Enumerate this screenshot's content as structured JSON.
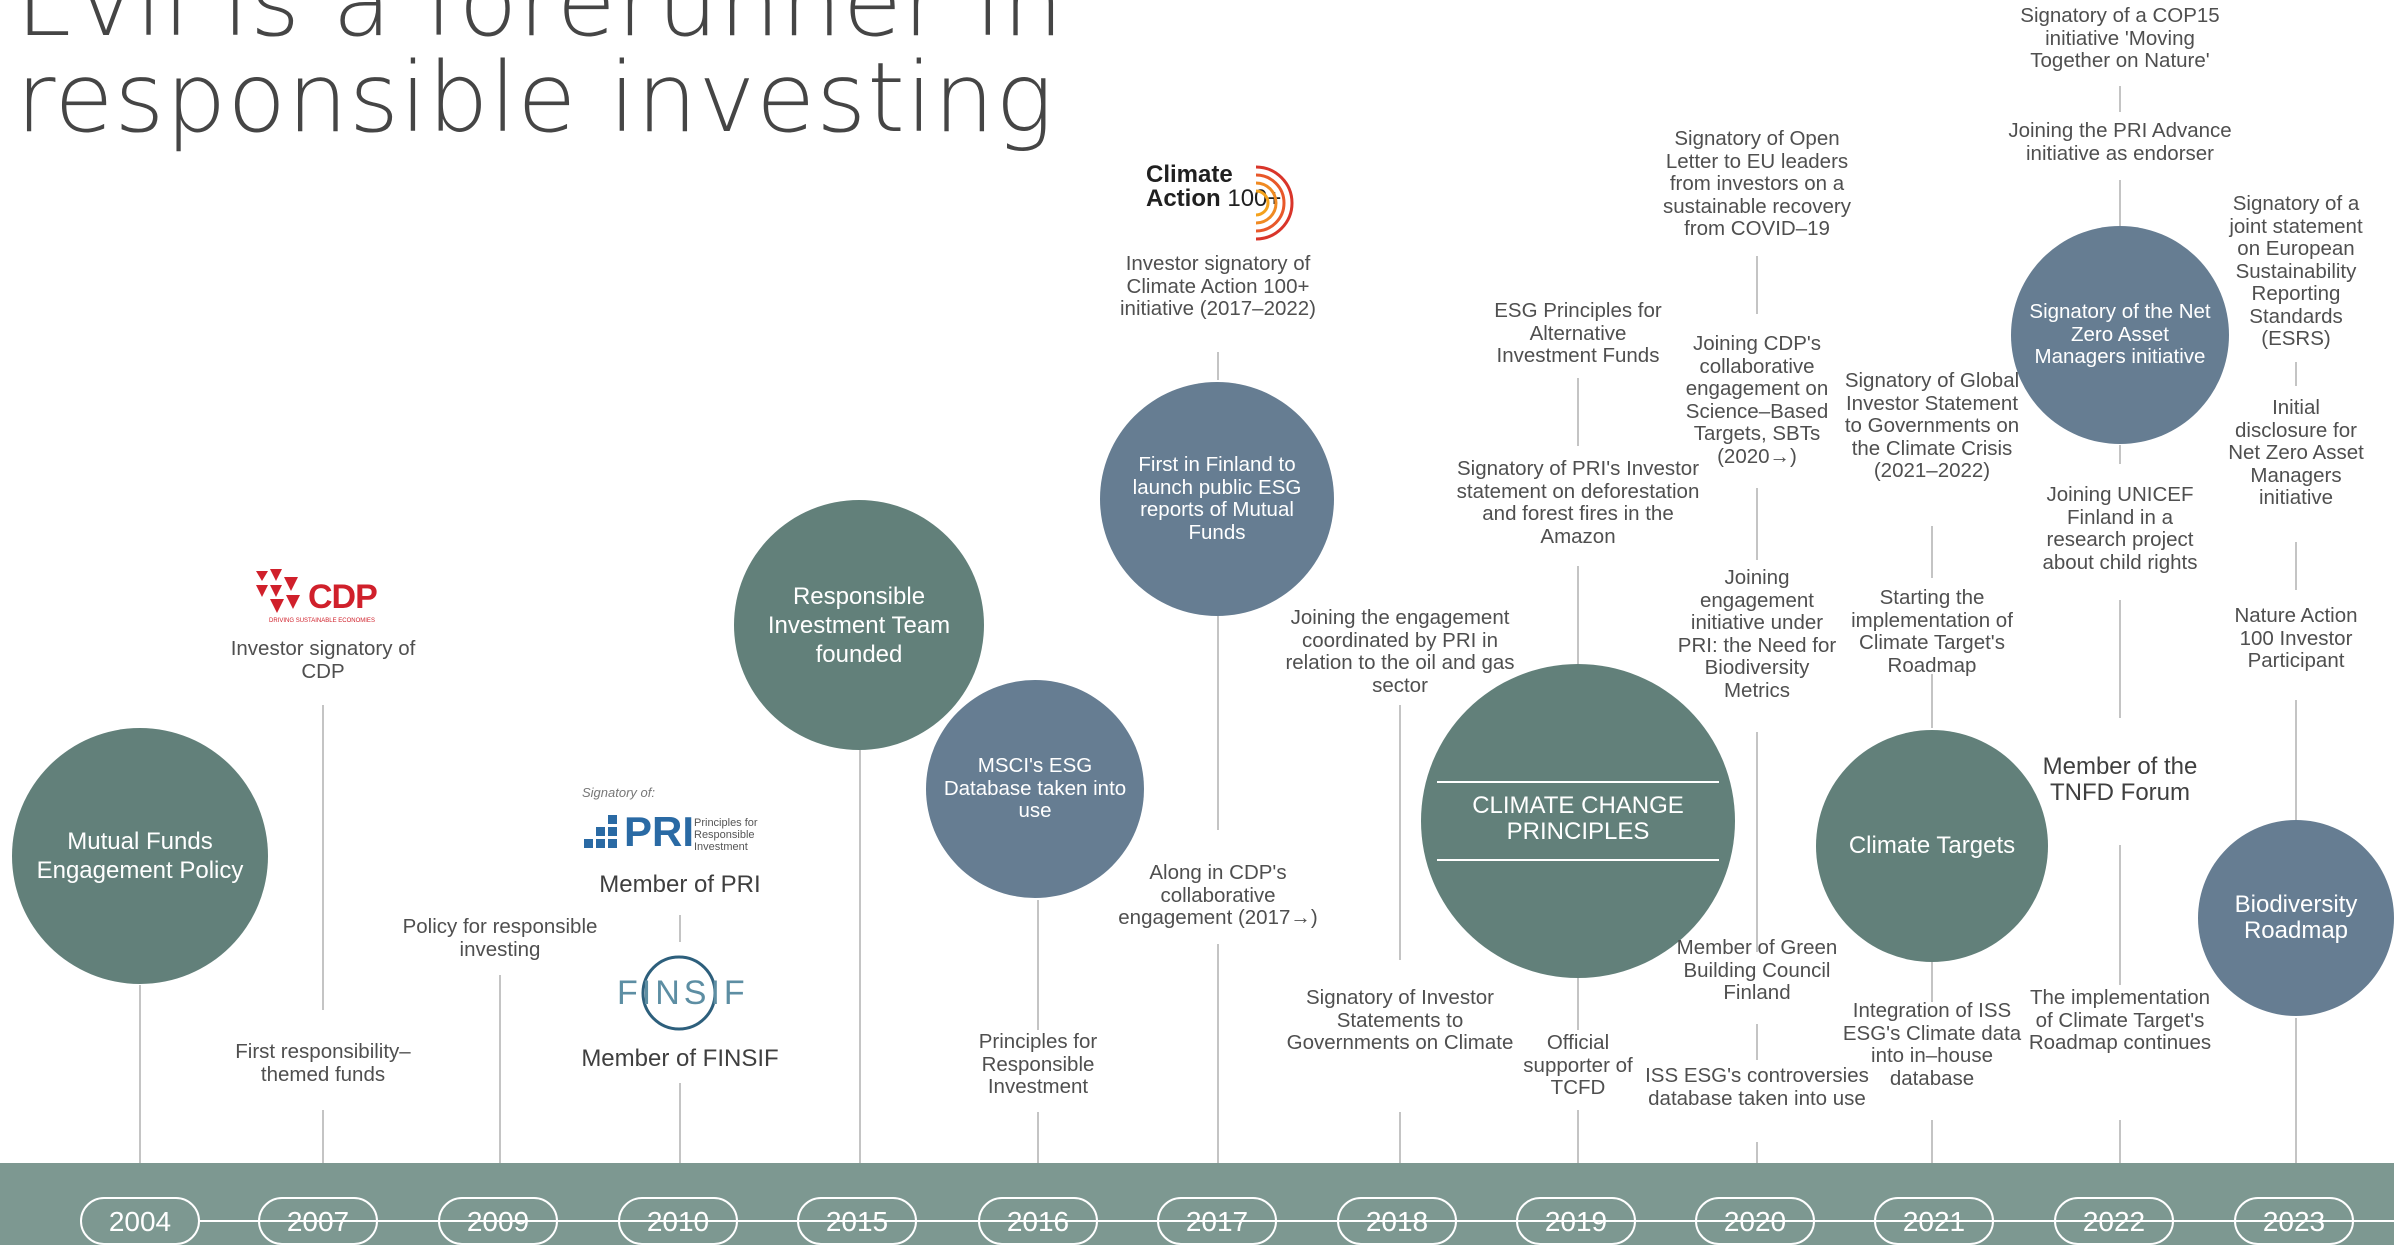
{
  "title": {
    "line1": "Evli is a forerunner in",
    "line2": "responsible investing"
  },
  "colors": {
    "circle_green": "#62807a",
    "circle_blue": "#667d92",
    "band": "#7d9891",
    "connector": "#c4c4c4",
    "cdp_red": "#d0202b",
    "pri_blue": "#2a6aa4",
    "finsif_blue": "#5d8ea3",
    "climate_action_orange": "#f4a21c"
  },
  "years": [
    "2004",
    "2007",
    "2009",
    "2010",
    "2015",
    "2016",
    "2017",
    "2018",
    "2019",
    "2020",
    "2021",
    "2022",
    "2023"
  ],
  "logos": {
    "cdp": {
      "word": "CDP",
      "tagline": "DRIVING SUSTAINABLE ECONOMIES",
      "icon": "cdp-logo-icon"
    },
    "pri": {
      "signatory": "Signatory of:",
      "word": "PRI",
      "sub": [
        "Principles for",
        "Responsible",
        "Investment"
      ],
      "icon": "pri-logo-icon"
    },
    "finsif": {
      "word": "FINSIF",
      "icon": "finsif-logo-icon"
    },
    "climate_action": {
      "line1": "Climate",
      "line2": "Action",
      "suffix": "100+",
      "icon": "climate-action-arcs-icon"
    }
  },
  "milestones": {
    "y2004": {
      "circle": "Mutual Funds Engagement Policy"
    },
    "y2007": {
      "cdp": "Investor signatory of CDP",
      "funds": "First responsibility–themed funds"
    },
    "y2009": {
      "policy": "Policy for responsible investing"
    },
    "y2010": {
      "pri": "Member of PRI",
      "finsif": "Member of FINSIF"
    },
    "y2015": {
      "circle": "Responsible Investment Team founded"
    },
    "y2016": {
      "circle": "MSCI's ESG Database taken into use",
      "principles": "Principles for Responsible Investment"
    },
    "y2017": {
      "ca100": "Investor signatory of Climate Action 100+ initiative (2017–2022)",
      "circle": "First in Finland to launch public ESG reports of Mutual Funds",
      "cdp_collab": "Along in CDP's collaborative engagement (2017→)"
    },
    "y2018": {
      "oilgas": "Joining the engagement coordinated by PRI in relation to the oil and gas sector",
      "statements": "Signatory of Investor Statements to Governments on Climate"
    },
    "y2019": {
      "esg_alt": "ESG Principles for Alternative Investment Funds",
      "amazon": "Signatory of PRI's Investor statement on deforestation and forest fires in the Amazon",
      "circle": "CLIMATE CHANGE PRINCIPLES",
      "tcfd": "Official supporter of TCFD"
    },
    "y2020": {
      "open_letter": "Signatory of Open Letter to EU leaders from investors on a sustainable recovery from COVID–19",
      "sbts": "Joining CDP's collaborative engagement on Science–Based Targets, SBTs (2020→)",
      "biodiversity_metrics": "Joining engagement initiative under PRI: the Need for Biodiversity Metrics",
      "green_building": "Member of Green Building Council Finland",
      "iss": "ISS ESG's controversies database taken into use"
    },
    "y2021": {
      "global_statement": "Signatory of Global Investor Statement to Governments on the Climate Crisis (2021–2022)",
      "roadmap_start": "Starting the implementation of Climate Target's Roadmap",
      "circle": "Climate Targets",
      "iss_climate": "Integration of ISS ESG's Climate data into in–house database"
    },
    "y2022": {
      "cop15": "Signatory of a COP15 initiative 'Moving Together on Nature'",
      "pri_advance": "Joining the PRI Advance initiative as endorser",
      "circle": "Signatory of the Net Zero Asset Managers initiative",
      "unicef": "Joining UNICEF Finland in a research project about child rights",
      "tnfd": "Member of the TNFD Forum",
      "roadmap_continues": "The implementation of Climate Target's Roadmap continues"
    },
    "y2023": {
      "esrs": "Signatory of a joint statement on European Sustainability Reporting Standards (ESRS)",
      "nzam_disclosure": "Initial disclosure for Net Zero Asset Managers initiative",
      "nature_action": "Nature Action 100 Investor Participant",
      "circle": "Biodiversity Roadmap"
    }
  }
}
